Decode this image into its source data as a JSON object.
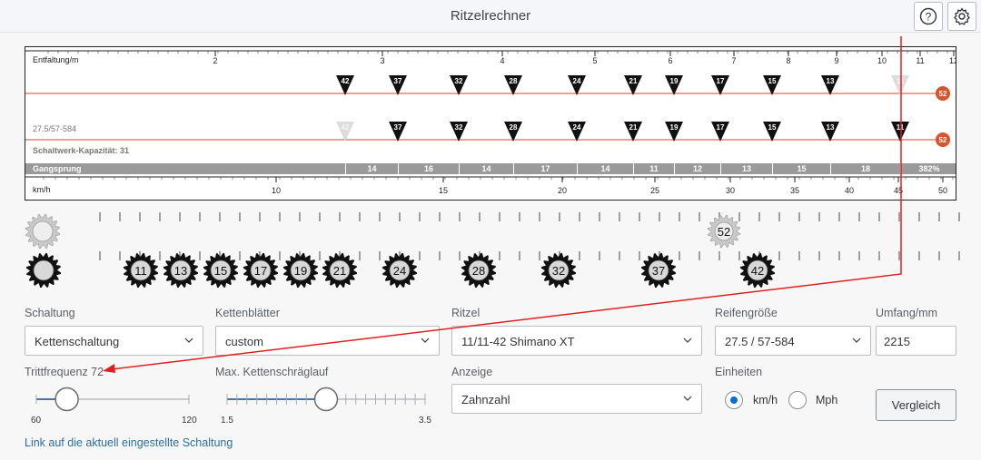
{
  "app": {
    "title": "Ritzelrechner",
    "help_icon": "help-icon",
    "settings_icon": "gear-icon"
  },
  "chart": {
    "top_axis_label": "Entfaltung/m",
    "top_ticks": [
      "2",
      "3",
      "4",
      "5",
      "6",
      "7",
      "8",
      "9",
      "10",
      "11",
      "12"
    ],
    "row1_teeth": [
      "42",
      "37",
      "32",
      "28",
      "24",
      "21",
      "19",
      "17",
      "15",
      "13",
      "11"
    ],
    "row1_chainring": "52",
    "row2_label": "27.5/57-584",
    "row2_teeth": [
      "42",
      "37",
      "32",
      "28",
      "24",
      "21",
      "19",
      "17",
      "15",
      "13",
      "11"
    ],
    "row2_chainring": "52",
    "derailleur_capacity": "Schaltwerk-Kapazität: 31",
    "gangsprung_label": "Gangsprung",
    "gangsprung": [
      "14",
      "16",
      "14",
      "17",
      "14",
      "11",
      "12",
      "13",
      "15",
      "18",
      "382%"
    ],
    "speed_label": "km/h",
    "speed_ticks": [
      "10",
      "15",
      "20",
      "25",
      "30",
      "35",
      "40",
      "45",
      "50"
    ],
    "colors": {
      "accent_line": "#e0431d",
      "ring_badge": "#d9532b",
      "pointer": "#e02020"
    }
  },
  "gears": {
    "chainrings": [
      "52"
    ],
    "cassette": [
      "11",
      "13",
      "15",
      "17",
      "19",
      "21",
      "24",
      "28",
      "32",
      "37",
      "42"
    ]
  },
  "form": {
    "schaltung": {
      "label": "Schaltung",
      "value": "Kettenschaltung"
    },
    "kettenblaetter": {
      "label": "Kettenblätter",
      "value": "custom"
    },
    "ritzel": {
      "label": "Ritzel",
      "value": "11/11-42 Shimano XT"
    },
    "reifen": {
      "label": "Reifengröße",
      "value": "27.5 / 57-584"
    },
    "umfang": {
      "label": "Umfang/mm",
      "value": "2215"
    },
    "trittfrequenz": {
      "label": "Trittfrequenz 72",
      "min": "60",
      "max": "120",
      "value": 72,
      "range": [
        60,
        120
      ]
    },
    "kettenschraeglauf": {
      "label": "Max. Kettenschräglauf",
      "min": "1.5",
      "max": "3.5",
      "value": 2.5,
      "range": [
        1.5,
        3.5
      ]
    },
    "anzeige": {
      "label": "Anzeige",
      "value": "Zahnzahl"
    },
    "einheiten": {
      "label": "Einheiten",
      "kmh": "km/h",
      "mph": "Mph",
      "selected": "km/h"
    },
    "vergleich_button": "Vergleich",
    "link": "Link auf die aktuell eingestellte Schaltung"
  }
}
